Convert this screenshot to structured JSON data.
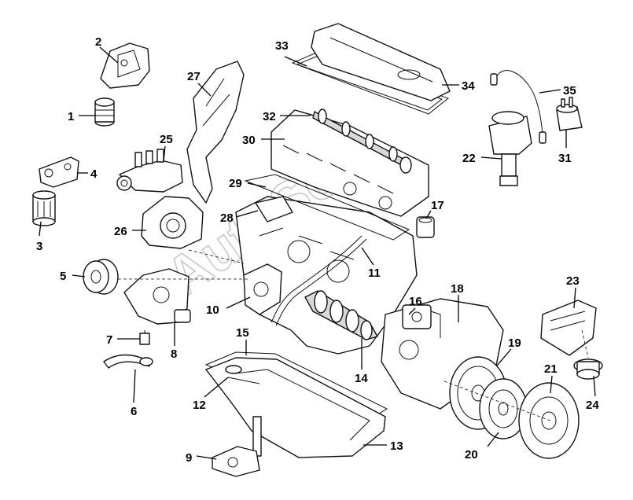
{
  "diagram": {
    "watermark": "AutoSoft",
    "labels": {
      "p1": "1",
      "p2": "2",
      "p3": "3",
      "p4": "4",
      "p5": "5",
      "p6": "6",
      "p7": "7",
      "p8": "8",
      "p9": "9",
      "p10": "10",
      "p11": "11",
      "p12": "12",
      "p13": "13",
      "p14": "14",
      "p15": "15",
      "p16": "16",
      "p17": "17",
      "p18": "18",
      "p19": "19",
      "p20": "20",
      "p21": "21",
      "p22": "22",
      "p23": "23",
      "p24": "24",
      "p25": "25",
      "p26": "26",
      "p27": "27",
      "p28": "28",
      "p29": "29",
      "p30": "30",
      "p31": "31",
      "p32": "32",
      "p33": "33",
      "p34": "34",
      "p35": "35"
    }
  }
}
